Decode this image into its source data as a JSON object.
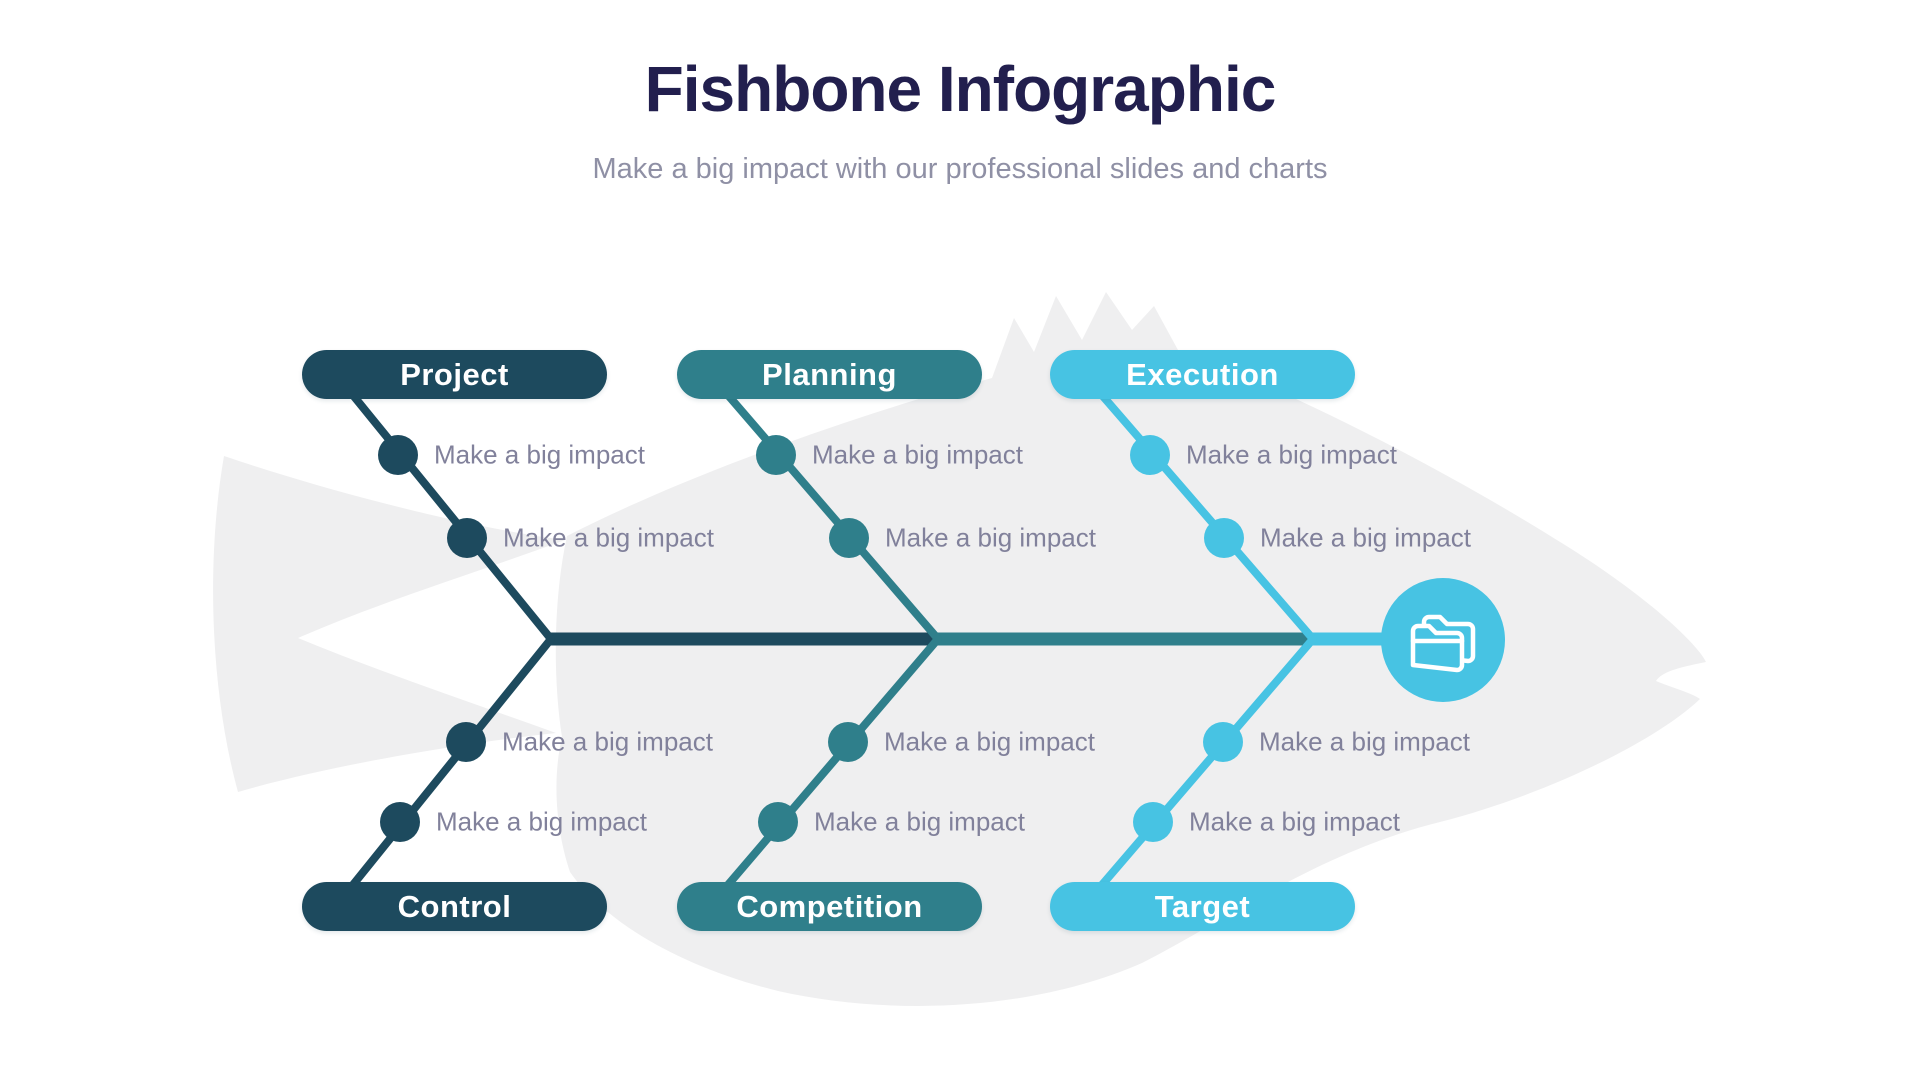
{
  "header": {
    "title": "Fishbone Infographic",
    "subtitle": "Make a big impact with our professional slides and charts"
  },
  "branches": [
    {
      "label": "Project",
      "position": "top",
      "color": "dark",
      "items": [
        "Make a big impact",
        "Make a big impact"
      ]
    },
    {
      "label": "Planning",
      "position": "top",
      "color": "medium",
      "items": [
        "Make a big impact",
        "Make a big impact"
      ]
    },
    {
      "label": "Execution",
      "position": "top",
      "color": "light",
      "items": [
        "Make a big impact",
        "Make a big impact"
      ]
    },
    {
      "label": "Control",
      "position": "bottom",
      "color": "dark",
      "items": [
        "Make a big impact",
        "Make a big impact"
      ]
    },
    {
      "label": "Competition",
      "position": "bottom",
      "color": "medium",
      "items": [
        "Make a big impact",
        "Make a big impact"
      ]
    },
    {
      "label": "Target",
      "position": "bottom",
      "color": "light",
      "items": [
        "Make a big impact",
        "Make a big impact"
      ]
    }
  ],
  "center_icon": "folder-icon",
  "colors": {
    "bg": "#ffffff",
    "title": "#221f4e",
    "subtitle": "#8f90a5",
    "item_text": "#81819b",
    "pill_dark": "#1d4a5e",
    "pill_medium": "#2f7f8b",
    "pill_light": "#47c3e3",
    "fish": "#efeff0",
    "icon_stroke": "#ffffff"
  }
}
